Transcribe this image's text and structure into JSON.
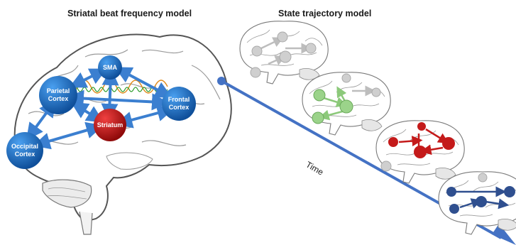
{
  "titles": {
    "left": "Striatal beat frequency model",
    "right": "State trajectory model"
  },
  "nodes": {
    "sma": "SMA",
    "parietal": [
      "Parietal",
      "Cortex"
    ],
    "frontal": [
      "Frontal",
      "Cortex"
    ],
    "striatum": "Striatum",
    "occipital": [
      "Occipital",
      "Cortex"
    ]
  },
  "time_label": "Time",
  "colors": {
    "cortex_node": "#1f6fbf",
    "striatum_node": "#cc1111",
    "arrow": "#3b7fd0",
    "time_arrow": "#4472c4",
    "state_gray": "#cfcfcf",
    "state_green": "#9bd38a",
    "state_red": "#c41a1a",
    "state_blue": "#2f4f8f",
    "oscillation_green": "#2e9e2e",
    "oscillation_orange": "#e08a1a"
  }
}
